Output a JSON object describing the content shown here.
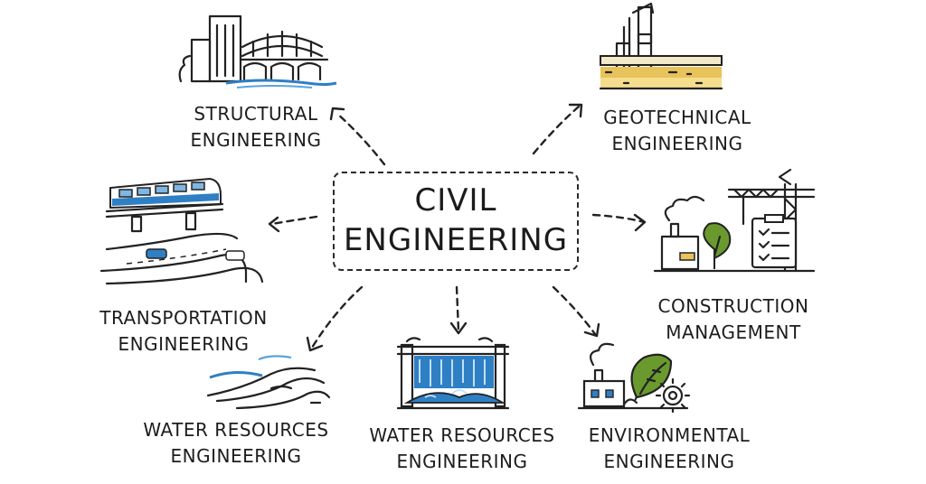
{
  "center": {
    "line1": "CIVIL",
    "line2": "ENGINEERING"
  },
  "branches": [
    {
      "id": "structural",
      "line1": "STRUCTURAL",
      "line2": "ENGINEERING"
    },
    {
      "id": "geotechnical",
      "line1": "GEOTECHNICAL",
      "line2": "ENGINEERING"
    },
    {
      "id": "transportation",
      "line1": "TRANSPORTATION",
      "line2": "ENGINEERING"
    },
    {
      "id": "construction",
      "line1": "CONSTRUCTION",
      "line2": "MANAGEMENT"
    },
    {
      "id": "water-left",
      "line1": "WATER RESOURCES",
      "line2": "ENGINEERING"
    },
    {
      "id": "water-center",
      "line1": "WATER RESOURCES",
      "line2": "ENGINEERING"
    },
    {
      "id": "environmental",
      "line1": "ENVIRONMENTAL",
      "line2": "ENGINEERING"
    }
  ],
  "icons": {
    "structural": "bridge-skyline-icon",
    "geotechnical": "drilling-rig-icon",
    "transportation": "train-highway-icon",
    "construction": "crane-clipboard-icon",
    "water_left": "river-waves-icon",
    "water_center": "dam-waterfall-icon",
    "environmental": "factory-leaf-gear-icon"
  },
  "colors": {
    "ink": "#222222",
    "water": "#2f7fc4",
    "leaf": "#6a9a2e",
    "soil": "#e8c25a"
  }
}
